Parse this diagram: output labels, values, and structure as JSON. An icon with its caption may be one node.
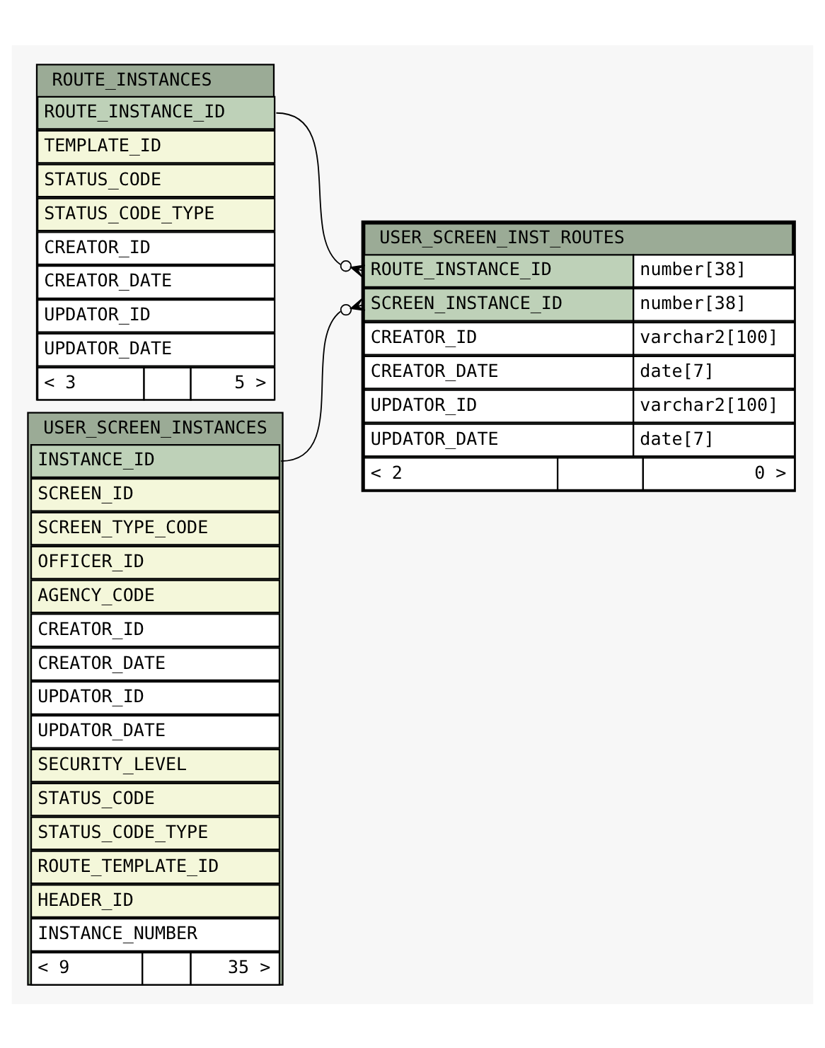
{
  "diagram": {
    "nodes": [
      {
        "text": [
          "ROUTE_INSTANCES"
        ]
      },
      {
        "text": [
          "ROUTE_INSTANCE_ID"
        ],
        "in": 0
      },
      {
        "text": [
          "TEMPLATE_ID"
        ],
        "in": 0
      },
      {
        "text": [
          "STATUS_CODE"
        ],
        "in": 0
      },
      {
        "text": [
          "STATUS_CODE_TYPE"
        ],
        "in": 0
      },
      {
        "text": [
          "CREATOR_ID"
        ],
        "in": 0
      },
      {
        "text": [
          "CREATOR_DATE"
        ],
        "in": 0
      },
      {
        "text": [
          "UPDATOR_ID"
        ],
        "in": 0
      },
      {
        "text": [
          "UPDATOR_DATE"
        ],
        "in": 0
      },
      {
        "text": [
          "< 3",
          "5 >"
        ],
        "in": 0
      },
      {
        "text": [
          "USER_SCREEN_INST_ROUTES"
        ]
      },
      {
        "text": [
          "ROUTE_INSTANCE_ID",
          "number[38]"
        ],
        "in": 10
      },
      {
        "text": [
          "SCREEN_INSTANCE_ID",
          "number[38]"
        ],
        "in": 10
      },
      {
        "text": [
          "CREATOR_ID",
          "varchar2[100]"
        ],
        "in": 10
      },
      {
        "text": [
          "CREATOR_DATE",
          "date[7]"
        ],
        "in": 10
      },
      {
        "text": [
          "UPDATOR_ID",
          "varchar2[100]"
        ],
        "in": 10
      },
      {
        "text": [
          "UPDATOR_DATE",
          "date[7]"
        ],
        "in": 10
      },
      {
        "text": [
          "< 2",
          "0 >"
        ],
        "in": 10
      },
      {
        "text": [
          "USER_SCREEN_INSTANCES"
        ]
      },
      {
        "text": [
          "INSTANCE_ID"
        ],
        "in": 18
      },
      {
        "text": [
          "SCREEN_ID"
        ],
        "in": 18
      },
      {
        "text": [
          "SCREEN_TYPE_CODE"
        ],
        "in": 18
      },
      {
        "text": [
          "OFFICER_ID"
        ],
        "in": 18
      },
      {
        "text": [
          "AGENCY_CODE"
        ],
        "in": 18
      },
      {
        "text": [
          "CREATOR_ID"
        ],
        "in": 18
      },
      {
        "text": [
          "CREATOR_DATE"
        ],
        "in": 18
      },
      {
        "text": [
          "UPDATOR_ID"
        ],
        "in": 18
      },
      {
        "text": [
          "UPDATOR_DATE"
        ],
        "in": 18
      },
      {
        "text": [
          "SECURITY_LEVEL"
        ],
        "in": 18
      },
      {
        "text": [
          "STATUS_CODE"
        ],
        "in": 18
      },
      {
        "text": [
          "STATUS_CODE_TYPE"
        ],
        "in": 18
      },
      {
        "text": [
          "ROUTE_TEMPLATE_ID"
        ],
        "in": 18
      },
      {
        "text": [
          "HEADER_ID"
        ],
        "in": 18
      },
      {
        "text": [
          "INSTANCE_NUMBER"
        ],
        "in": 18
      },
      {
        "text": [
          "< 9",
          "35 >"
        ],
        "in": 18
      }
    ],
    "edges": [
      {
        "from": 1,
        "to": 11,
        "arrow": "other"
      },
      {
        "from": 19,
        "to": 12,
        "arrow": "other"
      }
    ]
  }
}
